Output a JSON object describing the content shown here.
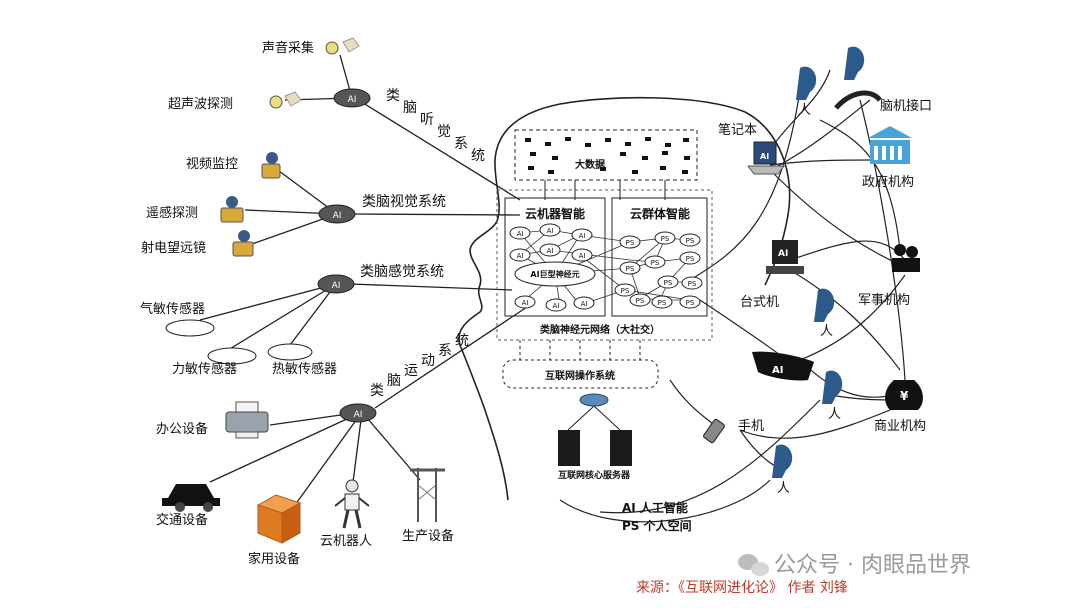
{
  "diagram": {
    "left_devices": {
      "sound": "声音采集",
      "ultrasound": "超声波探测",
      "video": "视频监控",
      "remote_sensing": "遥感探测",
      "radio_telescope": "射电望远镜",
      "gas_sensor": "气敏传感器",
      "force_sensor": "力敏传感器",
      "heat_sensor": "热敏传感器",
      "office": "办公设备",
      "traffic": "交通设备",
      "home": "家用设备",
      "robot": "云机器人",
      "production": "生产设备"
    },
    "systems": {
      "hearing": [
        "类",
        "脑",
        "听",
        "觉",
        "系",
        "统"
      ],
      "vision": "类脑视觉系统",
      "sense": "类脑感觉系统",
      "motion": [
        "类",
        "脑",
        "运",
        "动",
        "系",
        "统"
      ]
    },
    "hub_label": "AI",
    "center": {
      "big_data": "大数据",
      "cloud_machine": "云机器智能",
      "cloud_group": "云群体智能",
      "ai_neuron": "AI巨型神经元",
      "ai_node": "AI",
      "ps_node": "PS",
      "network": "类脑神经元网络（大社交）",
      "os": "互联网操作系统",
      "server": "互联网核心服务器"
    },
    "right": {
      "person": "人",
      "bci": "脑机接口",
      "laptop": "笔记本",
      "gov": "政府机构",
      "desktop": "台式机",
      "military": "军事机构",
      "glasses_label": "AI",
      "phone": "手机",
      "business": "商业机构",
      "money_symbol": "¥"
    },
    "legend": {
      "ai": "AI  人工智能",
      "ps": "PS  个人空间"
    },
    "watermark": "公众号 · 肉眼品世界",
    "source": "来源：《互联网进化论》 作者 刘锋"
  }
}
